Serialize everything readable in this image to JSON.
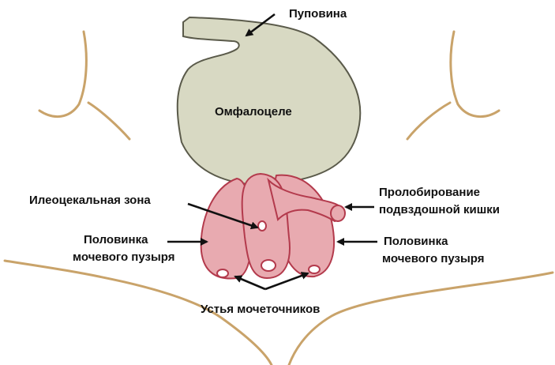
{
  "colors": {
    "body_outline": "#c9a36a",
    "omphalocele_fill": "#d8d9c3",
    "omphalocele_stroke": "#5a5a4a",
    "bladder_fill": "#e8aab0",
    "bladder_stroke": "#b33a4c",
    "arrow": "#111111"
  },
  "labels": {
    "umbilical_cord": "Пуповина",
    "omphalocele": "Омфалоцеле",
    "ileocecal_zone": "Илеоцекальная зона",
    "ileal_prolapse_line1": "Пролобирование",
    "ileal_prolapse_line2": "подвздошной кишки",
    "left_hemibladder_line1": "Половинка",
    "left_hemibladder_line2": "мочевого пузыря",
    "right_hemibladder_line1": "Половинка",
    "right_hemibladder_line2": "мочевого пузыря",
    "ureteral_orifices": "Устья мочеточников"
  }
}
